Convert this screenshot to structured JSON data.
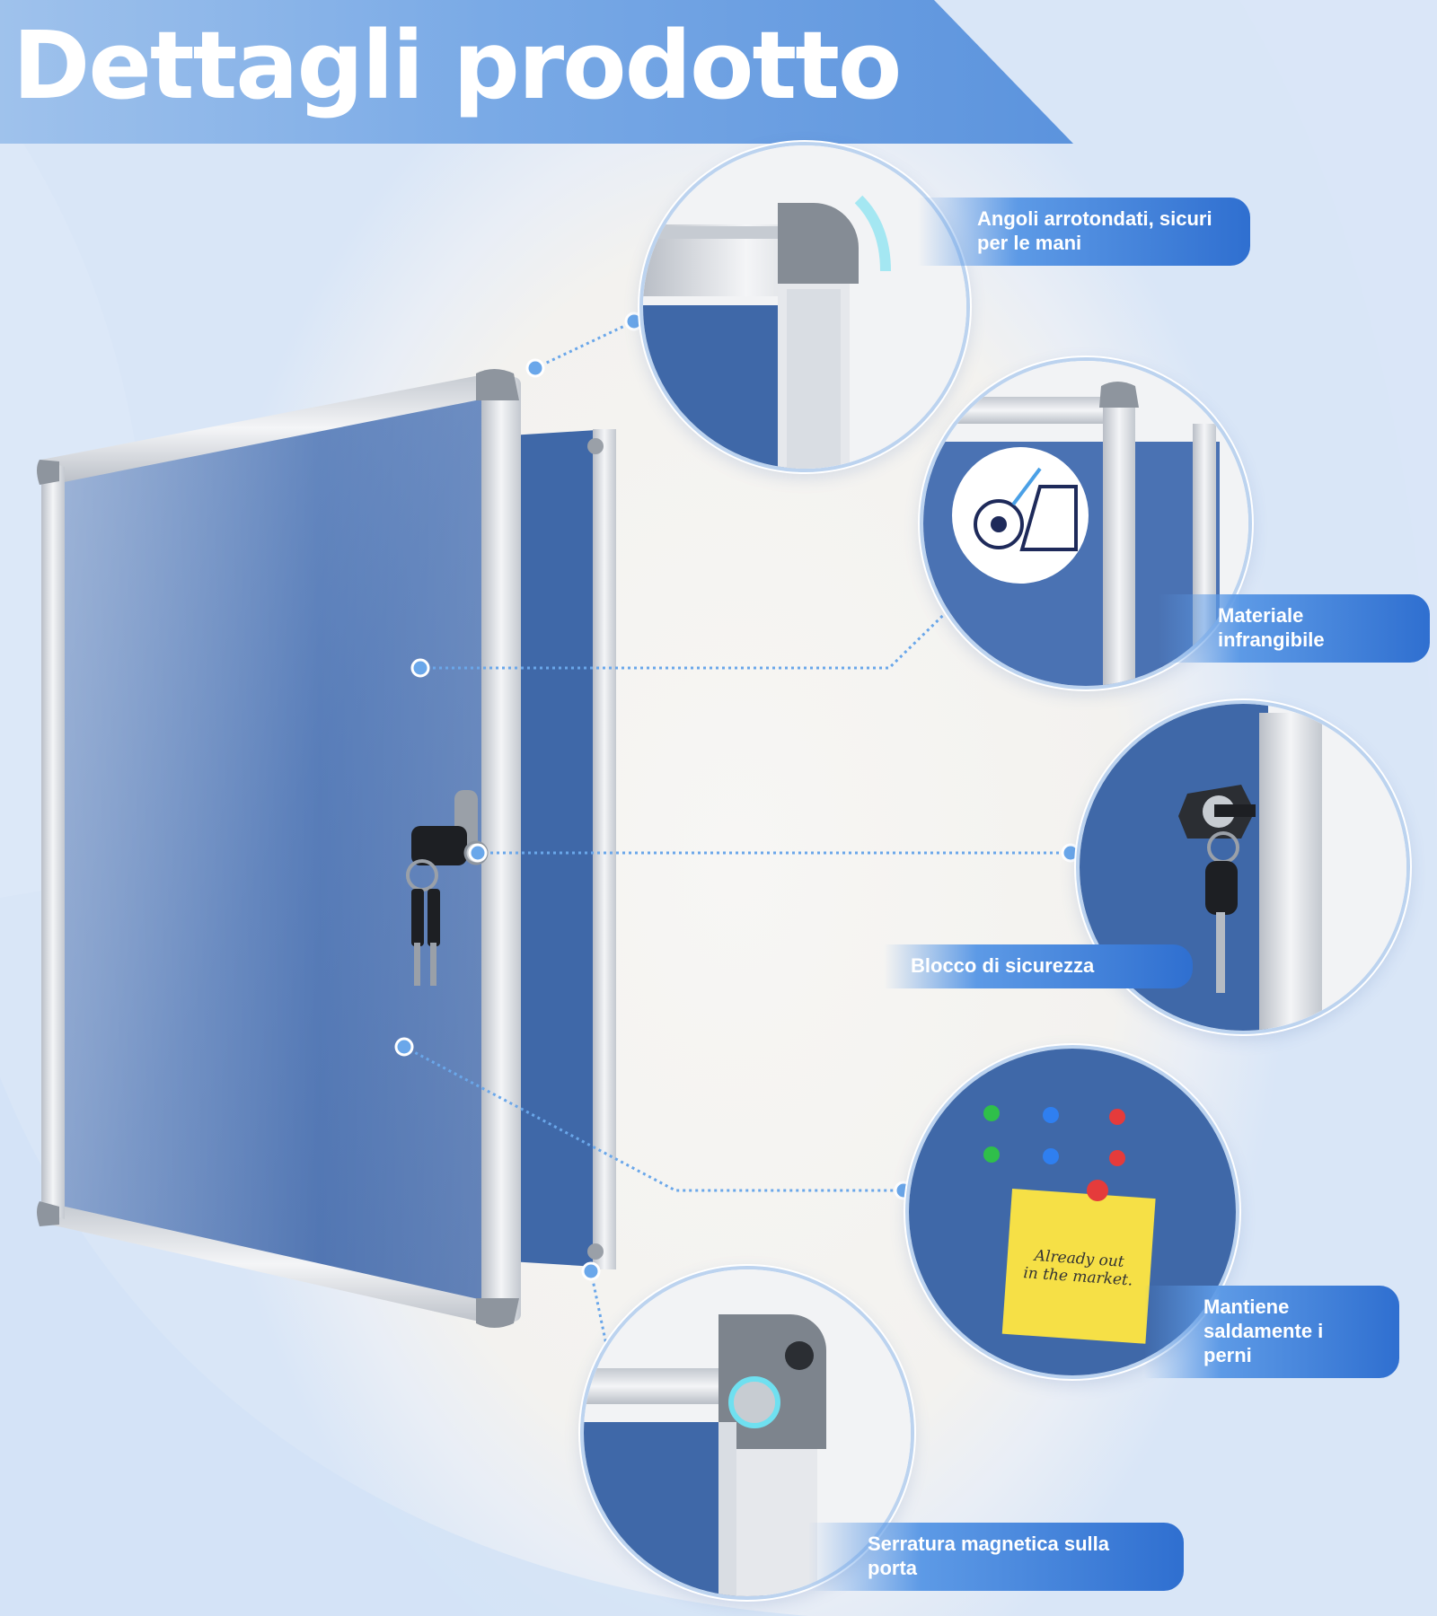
{
  "title": "Dettagli prodotto",
  "features": [
    {
      "id": "angoli",
      "lines": [
        "Angoli arrotondati, sicuri",
        "per le mani"
      ]
    },
    {
      "id": "materiale",
      "lines": [
        "Materiale",
        "infrangibile"
      ]
    },
    {
      "id": "blocco",
      "lines": [
        "Blocco di sicurezza"
      ]
    },
    {
      "id": "perni",
      "lines": [
        "Mantiene",
        "saldamente i perni"
      ]
    },
    {
      "id": "serratura",
      "lines": [
        "Serratura magnetica sulla porta"
      ]
    }
  ],
  "note_text": [
    "Already out",
    "in the market."
  ],
  "colors": {
    "accent": "#2f6fd0",
    "felt": "#3f68a8",
    "frame": "#d9dde3",
    "dot": "#6aa7ea"
  },
  "icons": [
    "rounded-corner-icon",
    "shatterproof-ball-icon",
    "lock-key-icon",
    "push-pin-icon",
    "magnet-icon"
  ]
}
